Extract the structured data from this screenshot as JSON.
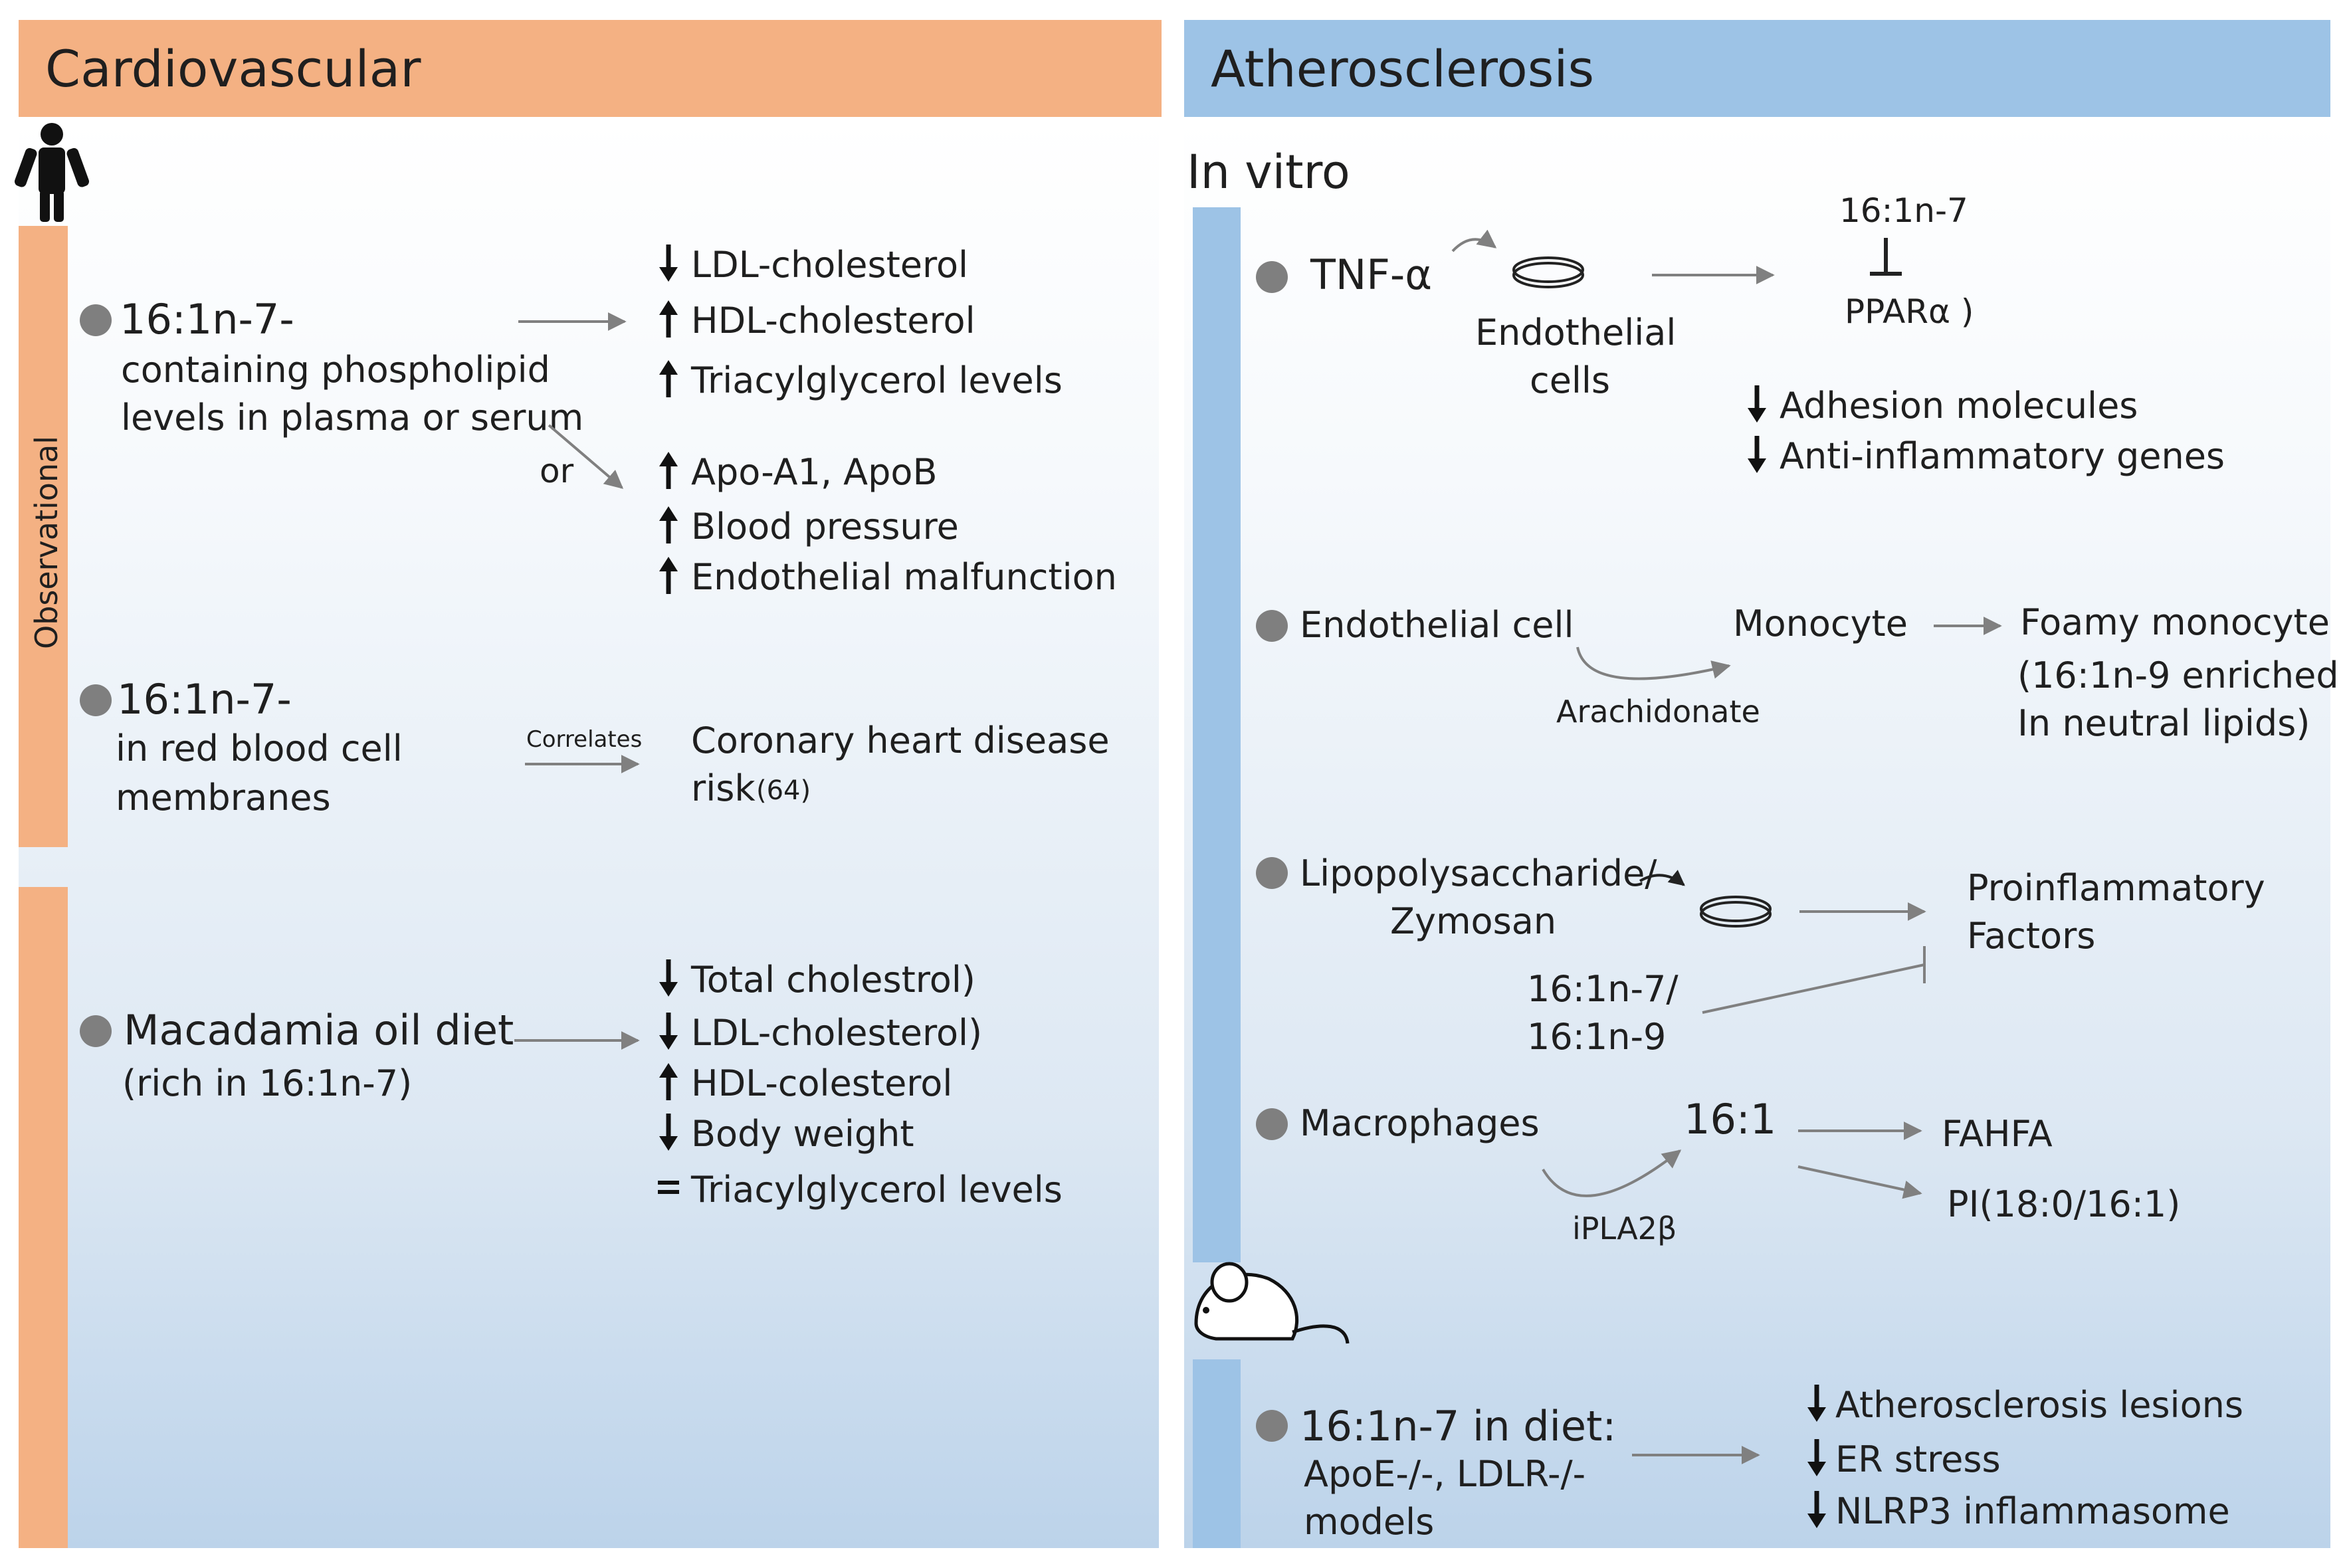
{
  "colors": {
    "cardio": "#f4b183",
    "athero": "#9dc3e6",
    "bullet": "#7f7f7f",
    "arrow": "#808080"
  },
  "cardiovascular": {
    "title": "Cardiovascular",
    "icon": "human-icon",
    "side_label": "Observational",
    "plasma": {
      "head": "16:1n-7-",
      "lines": [
        "containing phospholipid",
        "levels in plasma or serum"
      ],
      "or": "or",
      "effects": [
        {
          "dir": "down",
          "text": "LDL-cholesterol"
        },
        {
          "dir": "up",
          "text": "HDL-cholesterol"
        },
        {
          "dir": "up",
          "text": "Triacylglycerol levels"
        },
        {
          "dir": "up",
          "text": "Apo-A1, ApoB"
        },
        {
          "dir": "up",
          "text": "Blood pressure"
        },
        {
          "dir": "up",
          "text": "Endothelial malfunction"
        }
      ]
    },
    "rbc": {
      "head": "16:1n-7-",
      "lines": [
        "in red blood cell",
        "membranes"
      ],
      "arrow_label": "Correlates",
      "result": [
        "Coronary heart disease",
        "risk"
      ],
      "ref": "(64)"
    },
    "macadamia": {
      "head": "Macadamia oil diet",
      "sub": "(rich in 16:1n-7)",
      "effects": [
        {
          "dir": "down",
          "text": "Total cholestrol)"
        },
        {
          "dir": "down",
          "text": "LDL-cholesterol)"
        },
        {
          "dir": "up",
          "text": "HDL-colesterol"
        },
        {
          "dir": "down",
          "text": "Body weight"
        },
        {
          "dir": "equal",
          "text": "Triacylglycerol levels"
        }
      ]
    }
  },
  "atherosclerosis": {
    "title": "Atherosclerosis",
    "in_vitro": "In vitro",
    "tnf": {
      "label": "TNF-α",
      "cells": [
        "Endothelial",
        "cells"
      ],
      "inhibitor": "16:1n-7",
      "target": "PPARα )",
      "effects": [
        {
          "dir": "down",
          "text": "Adhesion molecules"
        },
        {
          "dir": "down",
          "text": "Anti-inflammatory genes"
        }
      ]
    },
    "endo": {
      "label": "Endothelial cell",
      "mid": "Monocyte",
      "arrow_label": "Arachidonate",
      "result": [
        "Foamy monocyte",
        "(16:1n-9 enriched",
        "In neutral lipids)"
      ]
    },
    "lps": {
      "label": [
        "Lipopolysaccharide/",
        "Zymosan"
      ],
      "result": [
        "Proinflammatory",
        "Factors"
      ],
      "inhibitor": [
        "16:1n-7/",
        "16:1n-9"
      ]
    },
    "macro": {
      "label": "Macrophages",
      "mid": "16:1",
      "arrow_label": "iPLA2β",
      "results": [
        "FAHFA",
        "PI(18:0/16:1)"
      ]
    },
    "mouse_icon": "mouse-icon",
    "diet": {
      "head": "16:1n-7 in diet:",
      "lines": [
        "ApoE-/-, LDLR-/-",
        "models"
      ],
      "effects": [
        {
          "dir": "down",
          "text": "Atherosclerosis lesions"
        },
        {
          "dir": "down",
          "text": "ER stress"
        },
        {
          "dir": "down",
          "text": "NLRP3 inflammasome"
        }
      ]
    }
  }
}
